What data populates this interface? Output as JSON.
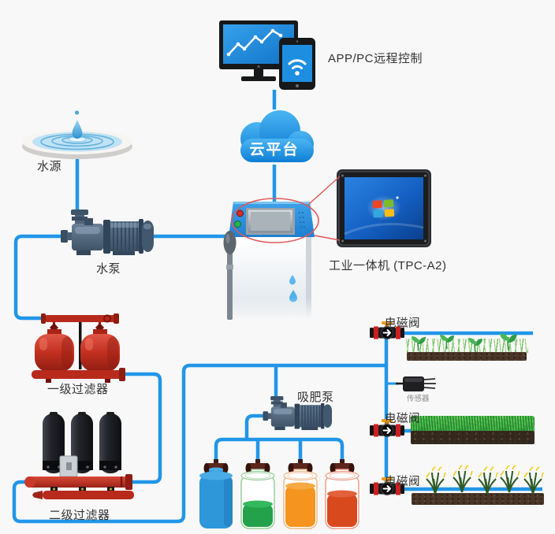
{
  "labels": {
    "remote_control": "APP/PC远程控制",
    "cloud_platform": "云平台",
    "water_source": "水源",
    "water_pump": "水泵",
    "industrial_pc": "工业一体机 (TPC-A2)",
    "primary_filter": "一级过滤器",
    "secondary_filter": "二级过滤器",
    "fertilizer_pump": "吸肥泵",
    "solenoid_valve_1": "电磁阀",
    "solenoid_valve_2": "电磁阀",
    "solenoid_valve_3": "电磁阀",
    "sensor": "传感器"
  },
  "colors": {
    "pipe_blue": "#2196e8",
    "callout_red": "#e25757",
    "cloud_blue": "#1f8fde",
    "filter_red": "#b82a1c",
    "tank_liquid_blue": "#2e97da",
    "tank_liquid_green": "#23a24b",
    "tank_liquid_orange": "#f5951f",
    "tank_liquid_red": "#d84a1e",
    "background": "#f8f8f8"
  }
}
